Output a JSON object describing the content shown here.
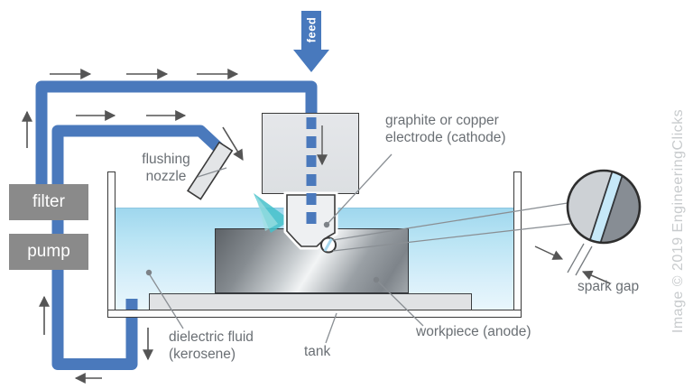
{
  "diagram_title_implicit": "EDM (electrical discharge machining) process diagram",
  "feed_arrow": {
    "label": "feed"
  },
  "loop_components": {
    "filter_label": "filter",
    "pump_label": "pump"
  },
  "labels": {
    "flushing_nozzle_line1": "flushing",
    "flushing_nozzle_line2": "nozzle",
    "electrode_line1": "graphite or copper",
    "electrode_line2": "electrode (cathode)",
    "dielectric_line1": "dielectric fluid",
    "dielectric_line2": "(kerosene)",
    "tank": "tank",
    "workpiece": "workpiece (anode)",
    "spark_gap": "spark gap"
  },
  "watermark": "Image © 2019 EngineeringClicks",
  "icons": [
    "feed-down-arrow-icon",
    "flow-arrow-icon",
    "magnifier-detail-circle-icon"
  ],
  "colors": {
    "pipe_blue": "#4a79bc",
    "box_gray": "#8a8a8a",
    "water_top": "#9fd7ee",
    "water_bottom": "#eaf7fc",
    "spray_teal": "#45c1ca",
    "workpiece_metal_dark": "#5d6267",
    "workpiece_metal_light": "#f2f4f5",
    "outline_dark": "#3a3a3a",
    "label_gray": "#6a6f74",
    "arrow_gray": "#555555",
    "watermark_gray": "#c8cbcd",
    "spark_gap_fluid": "#c6e8f8"
  }
}
